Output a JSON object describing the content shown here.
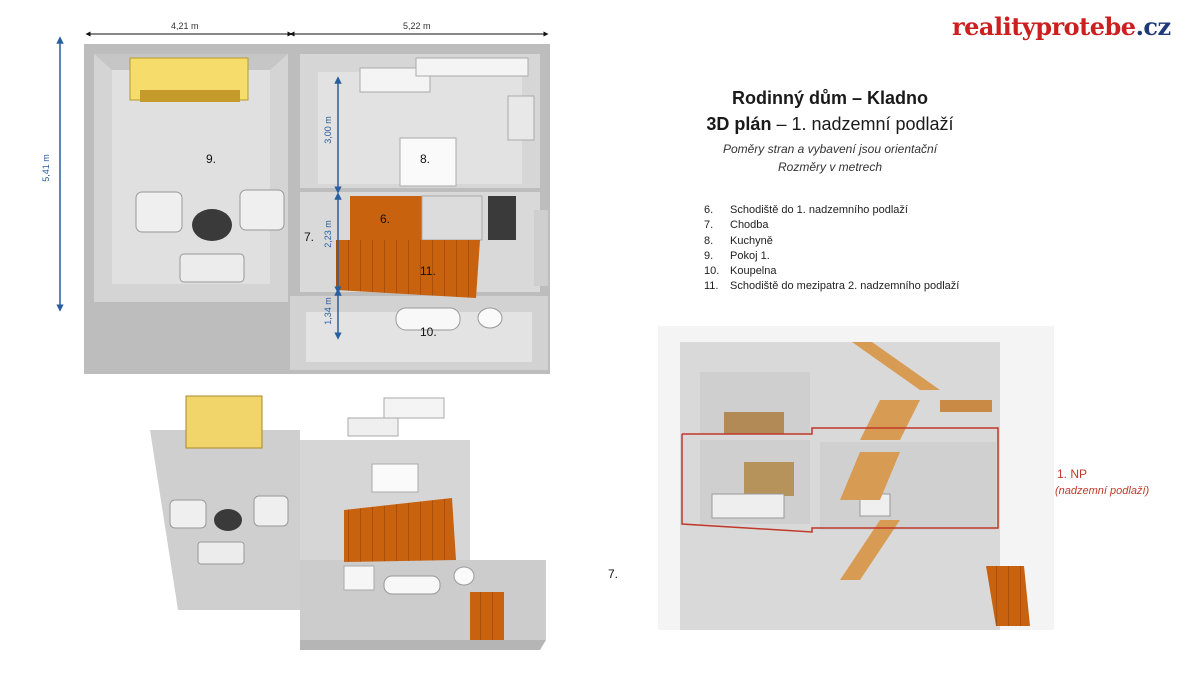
{
  "brand": {
    "part1": "realityprotebe",
    "part2": ".cz"
  },
  "title": {
    "line1": "Rodinný dům – Kladno",
    "line2_bold": "3D plán",
    "line2_rest": " – 1. nadzemní podlaží"
  },
  "subtitle": {
    "line1": "Poměry stran a vybavení jsou orientační",
    "line2": "Rozměry v metrech"
  },
  "legend": [
    {
      "num": "6.",
      "text": "Schodiště do 1. nadzemního podlaží"
    },
    {
      "num": "7.",
      "text": "Chodba"
    },
    {
      "num": "8.",
      "text": "Kuchyně"
    },
    {
      "num": "9.",
      "text": "Pokoj 1."
    },
    {
      "num": "10.",
      "text": "Koupelna"
    },
    {
      "num": "11.",
      "text": "Schodiště do mezipatra 2. nadzemního podlaží"
    }
  ],
  "dimensions": {
    "top_left": "4,21 m",
    "top_right": "5,22 m",
    "left_height": "5,41 m",
    "kitchen": "3,00 m",
    "hall": "2,23 m",
    "bath": "1,34 m"
  },
  "room_labels": {
    "r9": "9.",
    "r8": "8.",
    "r6": "6.",
    "r7": "7.",
    "r11": "11.",
    "r10": "10."
  },
  "section_label": {
    "np": "1. NP",
    "np_sub": "(nadzemní podlaží)"
  },
  "extra_label": "7.",
  "colors": {
    "brand_red": "#cc1f1f",
    "brand_blue": "#1f3a7a",
    "stairs": "#c8620f",
    "dim_blue": "#2a5f9e",
    "highlight": "#c0392b"
  }
}
